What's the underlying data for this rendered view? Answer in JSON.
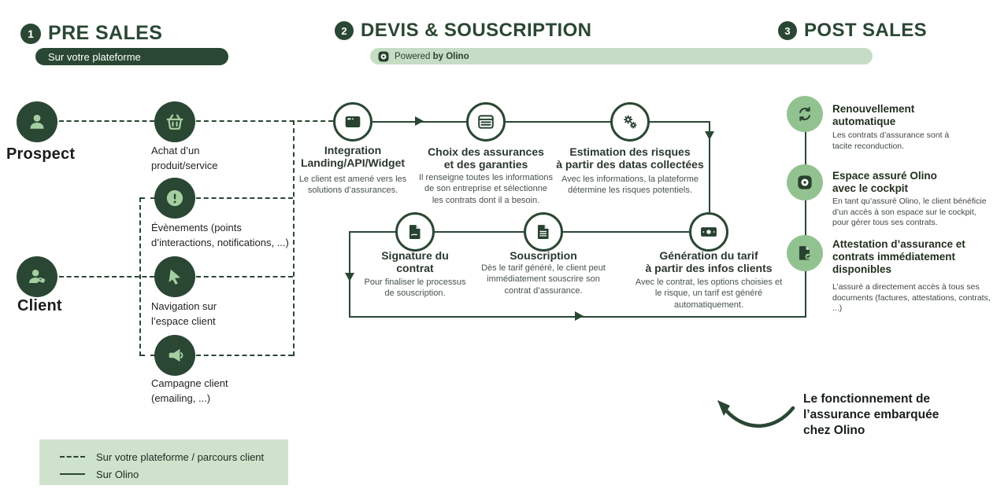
{
  "palette": {
    "dark_green": "#2a4733",
    "light_icon_green": "#a5cfa2",
    "post_circle_green": "#93c291",
    "pill_green": "#c6dcc4",
    "legend_green": "#cfe2cc"
  },
  "headers": {
    "pre_sales": {
      "number": "1",
      "title": "PRE SALES",
      "badge": "Sur votre plateforme"
    },
    "devis": {
      "number": "2",
      "title": "DEVIS & SOUSCRIPTION",
      "powered_prefix": "Powered",
      "powered_bold": "by Olino"
    },
    "post_sales": {
      "number": "3",
      "title": "POST SALES"
    }
  },
  "actors": {
    "prospect": {
      "label": "Prospect"
    },
    "client": {
      "label": "Client"
    }
  },
  "platform_steps": [
    {
      "icon": "basket-icon",
      "label": "Achat d’un\nproduit/service"
    },
    {
      "icon": "alert-icon",
      "label": "Évènements (points\nd’interactions, notifications, ...)"
    },
    {
      "icon": "cursor-icon",
      "label": "Navigation sur\nl’espace client"
    },
    {
      "icon": "megaphone-icon",
      "label": "Campagne client\n(emailing, ...)"
    }
  ],
  "flow_steps": [
    {
      "icon": "browser-filled-icon",
      "title": "Integration\nLanding/API/Widget",
      "description": "Le client est amené vers les\nsolutions d’assurances."
    },
    {
      "icon": "browser-outline-icon",
      "title": "Choix des assurances\net des garanties",
      "description": "Il renseigne toutes les informations\nde son entreprise et sélectionne\nles contrats dont il a besoin."
    },
    {
      "icon": "gears-icon",
      "title": "Estimation des risques\nà partir des datas collectées",
      "description": "Avec les informations, la plateforme\ndétermine les risques potentiels."
    },
    {
      "icon": "signature-doc-icon",
      "title": "Signature du\ncontrat",
      "description": "Pour finaliser le processus\nde souscription."
    },
    {
      "icon": "document-icon",
      "title": "Souscription",
      "description": "Dès le tarif généré, le client peut\nimmédiatement souscrire son\ncontrat d’assurance."
    },
    {
      "icon": "banknote-icon",
      "title": "Génération du tarif\nà partir des infos clients",
      "description": "Avec le contrat, les options choisies et\nle risque, un tarif est généré\nautomatiquement."
    }
  ],
  "post_sales_items": [
    {
      "icon": "renew-icon",
      "title": "Renouvellement\nautomatique",
      "description": "Les contrats d’assurance sont à\ntacite reconduction."
    },
    {
      "icon": "cockpit-icon",
      "title": "Espace assuré Olino\navec le cockpit",
      "description": "En tant qu’assuré Olino, le client bénéficie\nd’un accès à son espace sur le cockpit,\npour gérer tous ses contrats."
    },
    {
      "icon": "certified-doc-icon",
      "title": "Attestation d’assurance et\ncontrats immédiatement\ndisponibles",
      "description": "L’assuré a directement accès à tous ses\ndocuments (factures, attestations, contrats, ...)"
    }
  ],
  "caption": {
    "text": "Le fonctionnement de\nl’assurance embarquée\nchez Olino"
  },
  "legend": {
    "items": [
      {
        "style": "dashed",
        "label": "Sur votre plateforme / parcours client"
      },
      {
        "style": "solid",
        "label": "Sur Olino"
      }
    ]
  }
}
